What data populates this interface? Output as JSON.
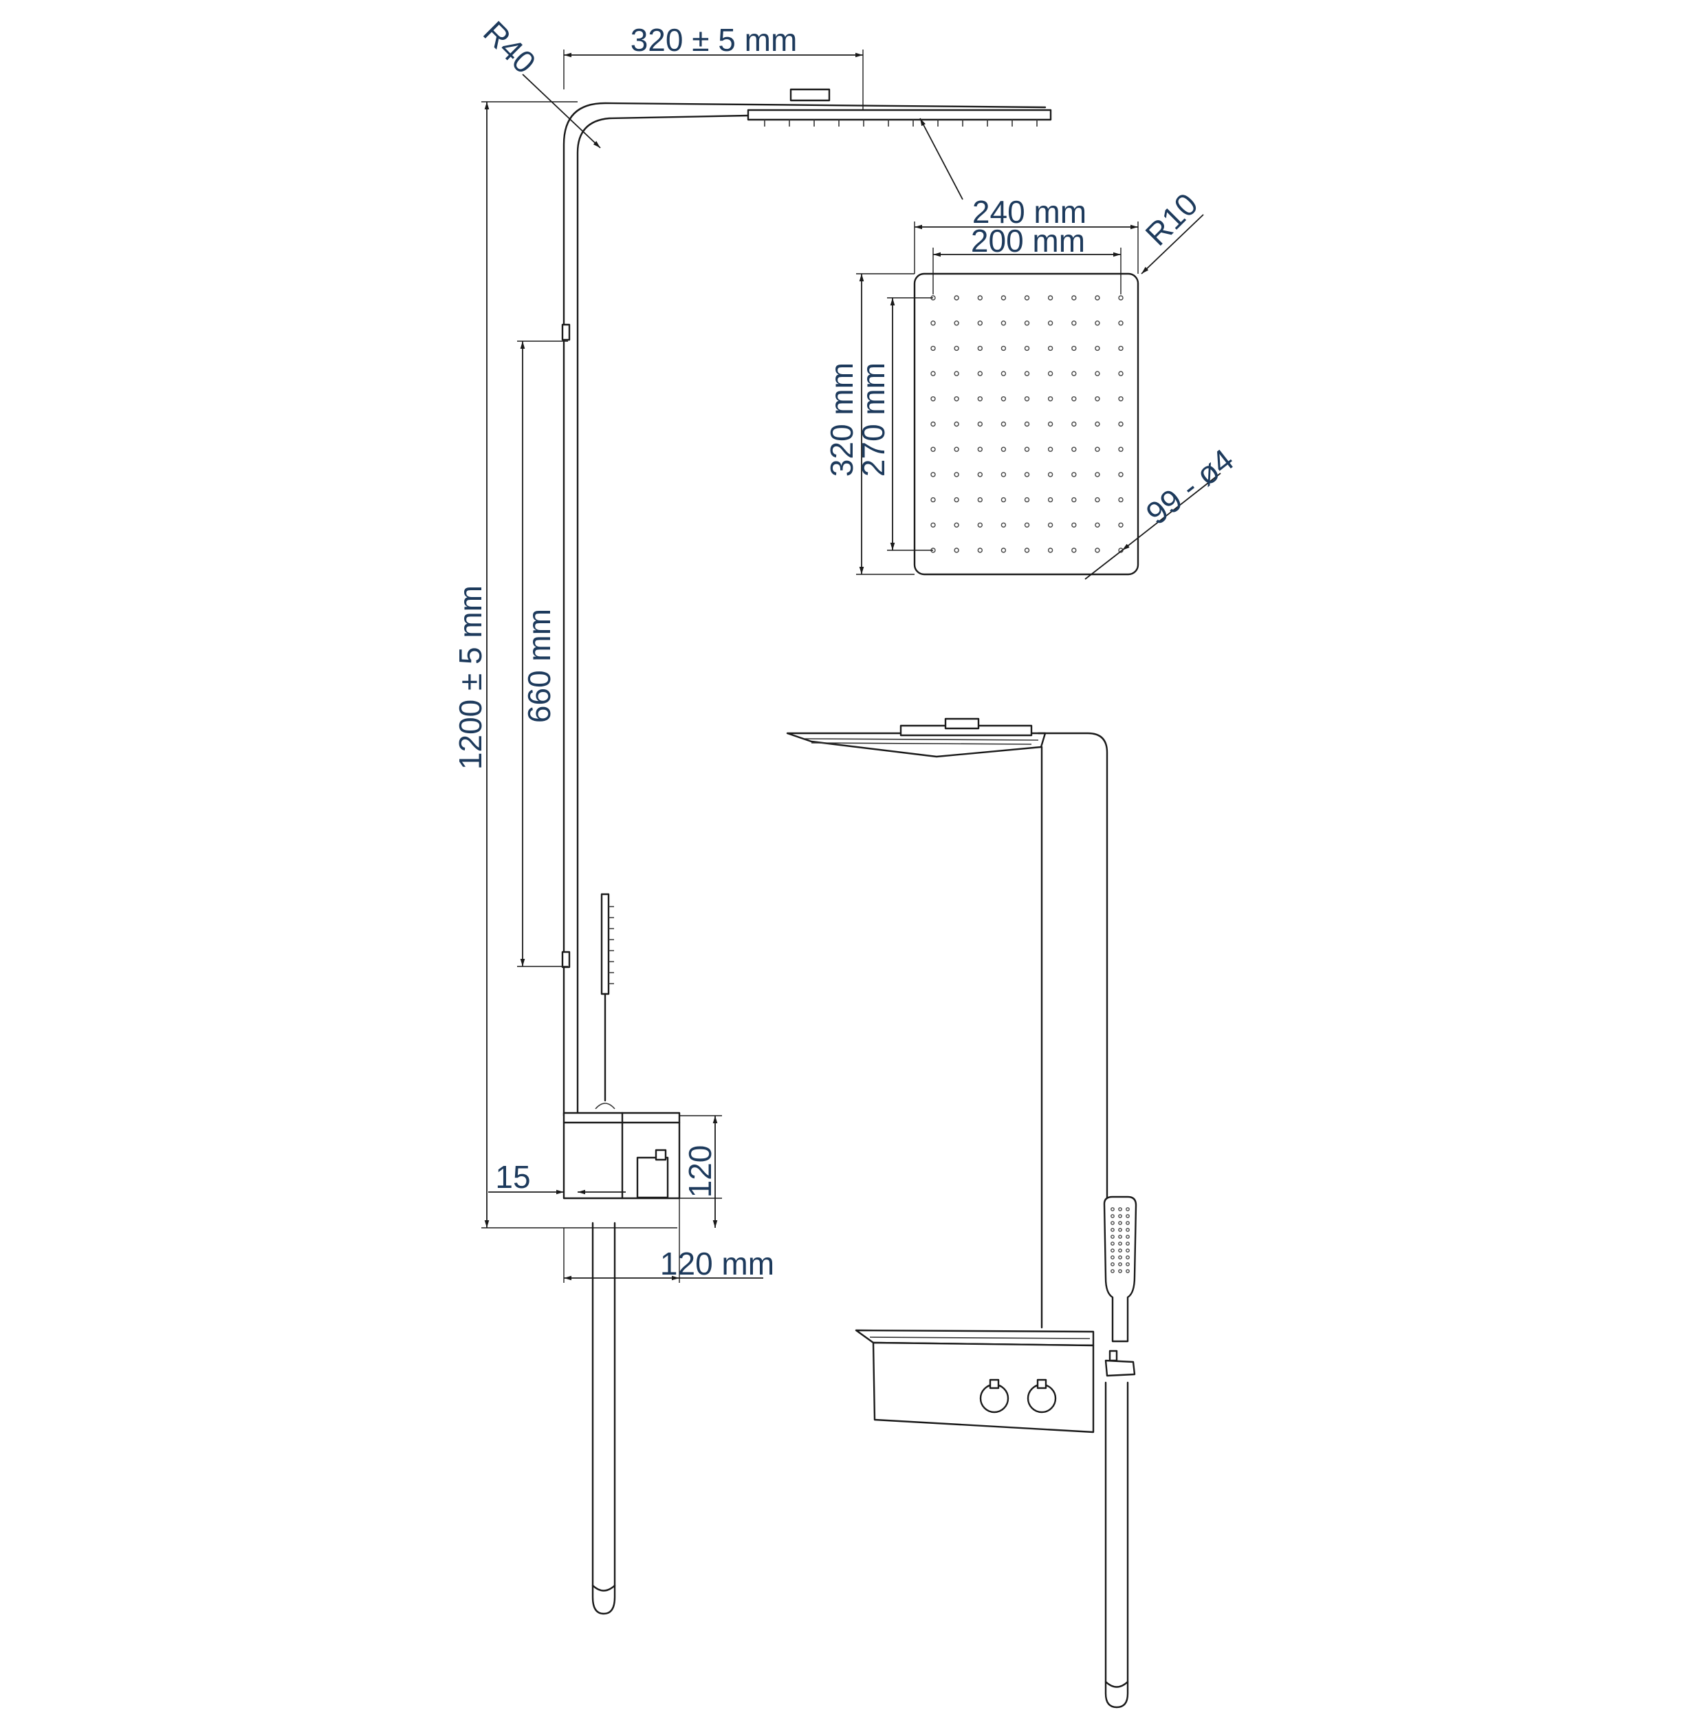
{
  "dimensions": {
    "arm_reach": "320 ± 5 mm",
    "bend_radius": "R40",
    "head_width": "240 mm",
    "nozzle_field_width": "200 mm",
    "corner_radius": "R10",
    "head_length": "320 mm",
    "nozzle_field_length": "270 mm",
    "nozzle_count": "99 - ø4",
    "total_height": "1200 ± 5 mm",
    "bracket_spacing": "660 mm",
    "wall_offset": "15",
    "mixer_height": "120",
    "mixer_depth": "120 mm"
  },
  "colors": {
    "line": "#1a1a1a",
    "dimension_text": "#1d3a5c",
    "background": "#ffffff"
  }
}
